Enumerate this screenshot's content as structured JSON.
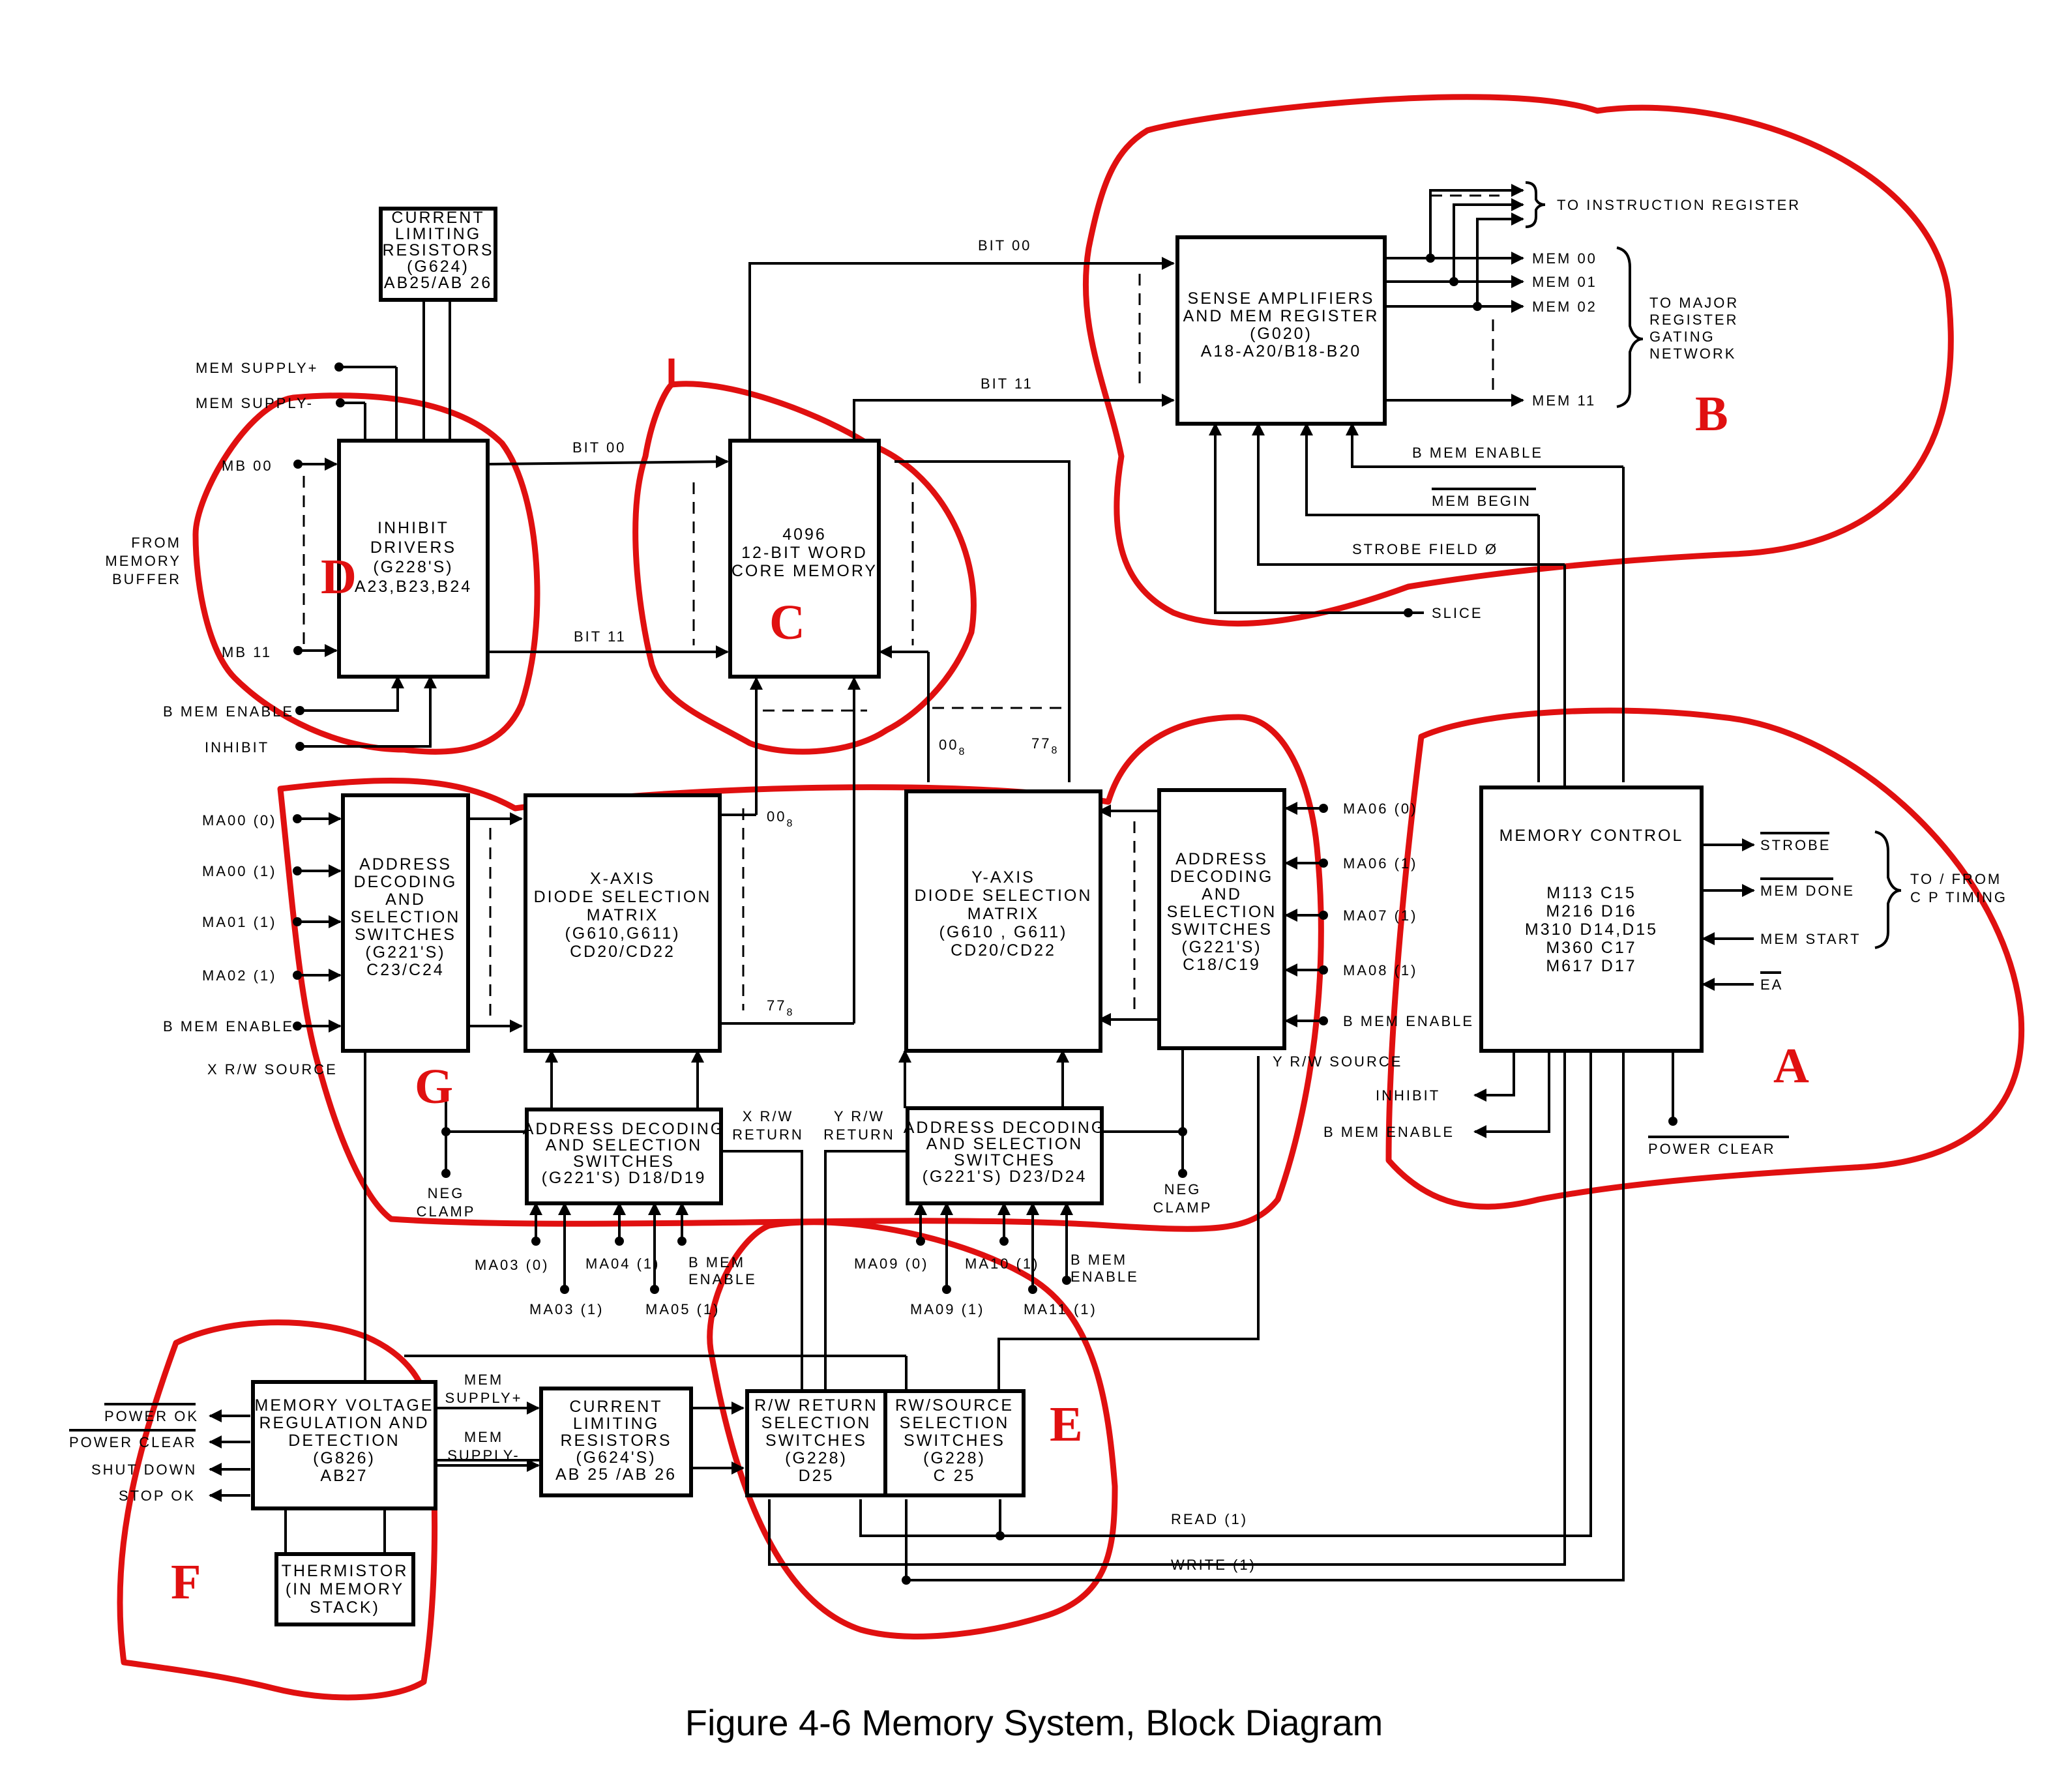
{
  "caption": "Figure 4-6   Memory System, Block Diagram",
  "colors": {
    "ink": "#000000",
    "annotation": "#e01010",
    "background": "#ffffff"
  },
  "region_letters": [
    "A",
    "B",
    "C",
    "D",
    "E",
    "F",
    "G"
  ],
  "blocks": {
    "current_limit_top": [
      "CURRENT",
      "LIMITING",
      "RESISTORS",
      "(G624)",
      "AB25/AB 26"
    ],
    "inhibit_drivers": [
      "INHIBIT",
      "DRIVERS",
      "(G228'S)",
      "A23,B23,B24"
    ],
    "core_memory": [
      "4096",
      "12-BIT WORD",
      "CORE MEMORY"
    ],
    "sense_amps": [
      "SENSE AMPLIFIERS",
      "AND MEM REGISTER",
      "(G020)",
      "A18-A20/B18-B20"
    ],
    "addr_dec_x": [
      "ADDRESS",
      "DECODING",
      "AND",
      "SELECTION",
      "SWITCHES",
      "(G221'S)",
      "C23/C24"
    ],
    "x_axis": [
      "X-AXIS",
      "DIODE SELECTION",
      "MATRIX",
      "(G610,G611)",
      "CD20/CD22"
    ],
    "y_axis": [
      "Y-AXIS",
      "DIODE SELECTION",
      "MATRIX",
      "(G610 , G611)",
      "CD20/CD22"
    ],
    "addr_dec_y": [
      "ADDRESS",
      "DECODING",
      "AND",
      "SELECTION",
      "SWITCHES",
      "(G221'S)",
      "C18/C19"
    ],
    "memory_control": [
      "MEMORY CONTROL"
    ],
    "memory_control_codes": [
      "M113   C15",
      "M216   D16",
      "M310   D14,D15",
      "M360   C17",
      "M617   D17"
    ],
    "addr_dec_lower_x": [
      "ADDRESS DECODING",
      "AND SELECTION",
      "SWITCHES",
      "(G221'S) D18/D19"
    ],
    "addr_dec_lower_y": [
      "ADDRESS DECODING",
      "AND SELECTION",
      "SWITCHES",
      "(G221'S) D23/D24"
    ],
    "mem_voltage": [
      "MEMORY VOLTAGE",
      "REGULATION AND",
      "DETECTION",
      "(G826)",
      "AB27"
    ],
    "thermistor": [
      "THERMISTOR",
      "(IN MEMORY",
      "STACK)"
    ],
    "current_limit_bottom": [
      "CURRENT",
      "LIMITING",
      "RESISTORS",
      "(G624'S)",
      "AB 25 /AB 26"
    ],
    "rw_return": [
      "R/W RETURN",
      "SELECTION",
      "SWITCHES",
      "(G228)",
      "D25"
    ],
    "rw_source": [
      "RW/SOURCE",
      "SELECTION",
      "SWITCHES",
      "(G228)",
      "C 25"
    ]
  },
  "signals": {
    "mem_supply_plus": "MEM SUPPLY+",
    "mem_supply_minus": "MEM SUPPLY-",
    "mb00": "MB 00",
    "mb11": "MB 11",
    "from_memory_buffer": [
      "FROM",
      "MEMORY",
      "BUFFER"
    ],
    "b_mem_enable": "B MEM ENABLE",
    "inhibit": "INHIBIT",
    "bit00": "BIT 00",
    "bit11": "BIT 11",
    "mem00": "MEM 00",
    "mem01": "MEM 01",
    "mem02": "MEM 02",
    "mem11": "MEM 11",
    "to_instruction_register": "TO INSTRUCTION REGISTER",
    "to_major_register": [
      "TO MAJOR",
      "REGISTER",
      "GATING",
      "NETWORK"
    ],
    "mem_begin": "MEM BEGIN",
    "strobe_field": "STROBE FIELD Ø",
    "slice": "SLICE",
    "oct00": "00",
    "oct77": "77",
    "oct_sub": "8",
    "ma00_0": "MA00 (0)",
    "ma00_1": "MA00 (1)",
    "ma01_1": "MA01 (1)",
    "ma02_1": "MA02 (1)",
    "x_rw_source": "X R/W  SOURCE",
    "y_rw_source": "Y R/W SOURCE",
    "ma06_0": "MA06 (0)",
    "ma06_1": "MA06 (1)",
    "ma07_1": "MA07 (1)",
    "ma08_1": "MA08 (1)",
    "strobe": "STROBE",
    "mem_done": "MEM DONE",
    "mem_start": "MEM START",
    "ea": "EA",
    "to_from_cp_timing": [
      "TO / FROM",
      "C P TIMING"
    ],
    "power_clear": "POWER CLEAR",
    "neg_clamp": [
      "NEG",
      "CLAMP"
    ],
    "x_rw_return": [
      "X R/W",
      "RETURN"
    ],
    "y_rw_return": [
      "Y R/W",
      "RETURN"
    ],
    "ma03_0": "MA03 (0)",
    "ma04_1": "MA04 (1)",
    "ma03_1": "MA03 (1)",
    "ma05_1": "MA05 (1)",
    "b_mem_enable_2line": [
      "B MEM",
      "ENABLE"
    ],
    "ma09_0": "MA09 (0)",
    "ma10_1": "MA10 (1)",
    "ma09_1": "MA09 (1)",
    "ma11_1": "MA11 (1)",
    "mem_supply_plus_2line": [
      "MEM",
      "SUPPLY+"
    ],
    "mem_supply_minus_2line": [
      "MEM",
      "SUPPLY-"
    ],
    "power_ok": "POWER OK",
    "shut_down": "SHUT DOWN",
    "stop_ok": "STOP OK",
    "read1": "READ (1)",
    "write1": "WRITE (1)"
  }
}
